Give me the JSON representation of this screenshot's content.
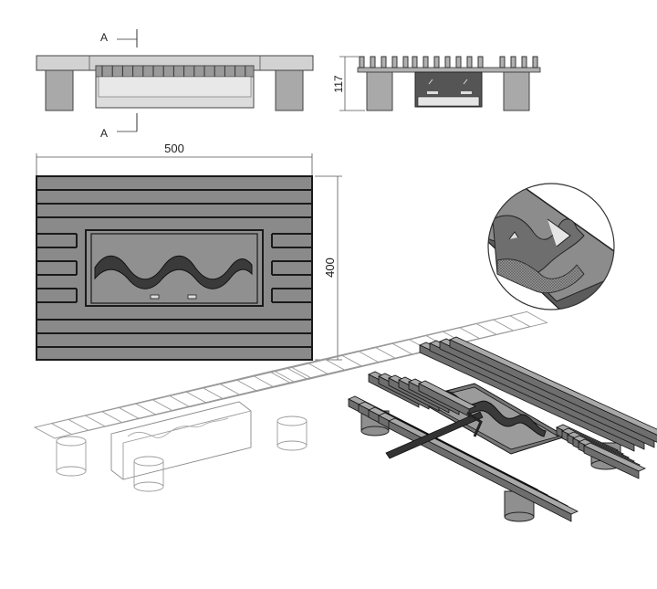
{
  "labels": {
    "section_top": "A",
    "section_bottom": "A",
    "width_dim": "500",
    "height_dim": "400",
    "depth_dim": "117"
  },
  "colors": {
    "slat_fill": "#8a8a8a",
    "slat_stroke": "#1a1a1a",
    "light_fill": "#c8c8c8",
    "leg_fill": "#a9a9a9",
    "dim_line": "#555555",
    "wire": "#9a9a9a"
  }
}
